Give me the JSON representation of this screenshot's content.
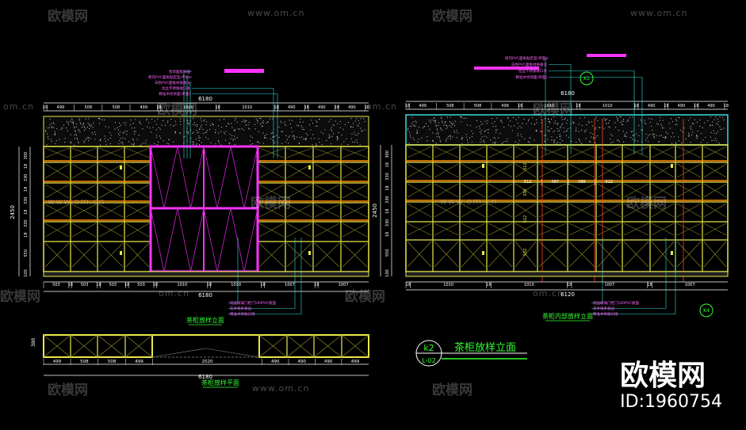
{
  "watermark": {
    "logo_text": "欧模网",
    "url": "www.om.cn",
    "url_short": "om.cn",
    "id_label": "ID:1960754"
  },
  "left": {
    "top_dim": "6180",
    "top_modules": [
      "18",
      "499",
      "508",
      "508",
      "499",
      "18",
      "1010",
      "18",
      "1010",
      "18",
      "490",
      "18",
      "490",
      "18",
      "490",
      "18"
    ],
    "bottom_dim": "6180",
    "bottom_modules": [
      "503",
      "18",
      "503",
      "18",
      "503",
      "18",
      "503",
      "18",
      "1010",
      "18",
      "1010",
      "18",
      "1007",
      "18",
      "1007"
    ],
    "height_dim": "2450",
    "row_dims": [
      "300",
      "18",
      "330",
      "18",
      "330",
      "18",
      "330",
      "18",
      "550",
      "100"
    ],
    "title": "茶柜放样立面",
    "callouts_top": [
      "装饰面板饰面",
      "柜内PVC面板贴定型(专柜)",
      "白色PVC面板材质备注",
      "拉丝不锈钢收口条",
      "精准木纹饰面(单面)"
    ],
    "callouts_bottom": [
      "成品玻璃门柜门100PVC板面",
      "实木线条收边",
      "精准木饰收口线"
    ]
  },
  "right": {
    "top_dim": "6180",
    "top_modules": [
      "18",
      "499",
      "508",
      "508",
      "499",
      "18",
      "1010",
      "18",
      "1010",
      "18",
      "490",
      "18",
      "490",
      "18",
      "490",
      "18"
    ],
    "inner_dims": [
      "512",
      "487",
      "486",
      "512"
    ],
    "bottom_dim": "6120",
    "bottom_modules": [
      "18",
      "1010",
      "18",
      "1010",
      "18",
      "1007",
      "18",
      "1007"
    ],
    "height_dim": "2450",
    "row_dims": [
      "300",
      "18",
      "330",
      "18",
      "330",
      "18",
      "330",
      "18",
      "550",
      "100"
    ],
    "inner_row_dims": [
      "512",
      "330",
      "512",
      "552"
    ],
    "title": "茶柜内部放样立面",
    "tag_top": "K1",
    "tag_right": "K4",
    "callouts_top": [
      "柜内PVC面板贴定型(单面)",
      "白色PVC面板材质备注",
      "拉丝不锈钢收口条",
      "精准木纹饰面(单面)"
    ],
    "callouts_bottom": [
      "成品玻璃门柜门100PVC板面",
      "实木线条收边",
      "精准木饰收口线"
    ]
  },
  "plan": {
    "height_label": "380",
    "modules": [
      "499",
      "508",
      "508",
      "499",
      "2020",
      "490",
      "490",
      "490",
      "499"
    ],
    "total": "6180",
    "title": "茶柜放样平面"
  },
  "sheet": {
    "tag_top": "k2",
    "tag_bottom": "L-02",
    "title": "茶柜放样立面"
  },
  "colors": {
    "cabinet": "#e8e84a",
    "glass_frame": "#ff33ff",
    "dimension": "#ffffff",
    "leader": "#33dddd",
    "shelf_edge": "#ff8800",
    "callout_text": "#ff66ff",
    "sheet_tag": "#33ff33"
  }
}
